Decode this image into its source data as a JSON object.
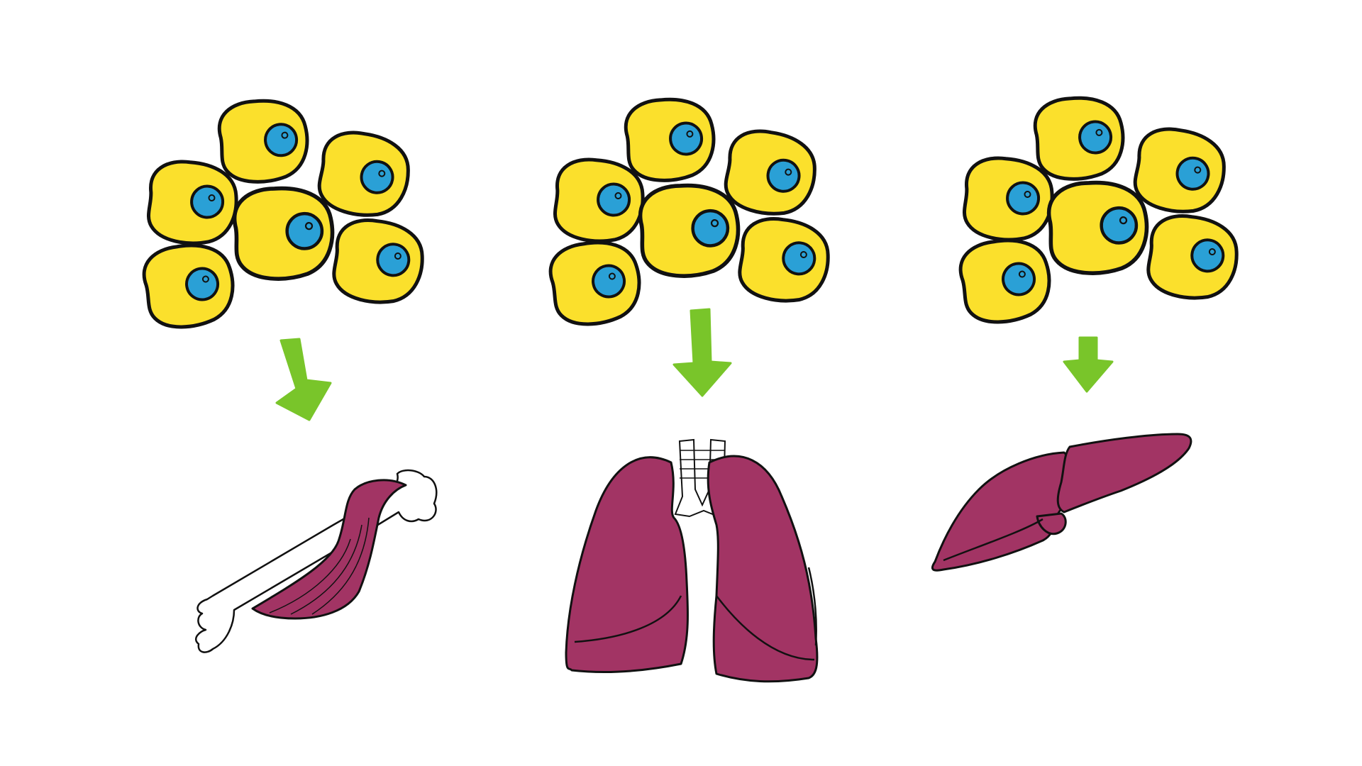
{
  "diagram": {
    "groups": [
      {
        "id": "muscle",
        "cells": 6,
        "organ": "muscle-and-bone"
      },
      {
        "id": "lungs",
        "cells": 6,
        "organ": "lungs"
      },
      {
        "id": "liver",
        "cells": 6,
        "organ": "liver"
      }
    ]
  },
  "colors": {
    "background": "#ffffff",
    "outline": "#111111",
    "cell": "#fbe02c",
    "nucleus": "#2aa0d6",
    "arrow": "#79c52a",
    "organ": "#a23464",
    "bone": "#ffffff"
  }
}
